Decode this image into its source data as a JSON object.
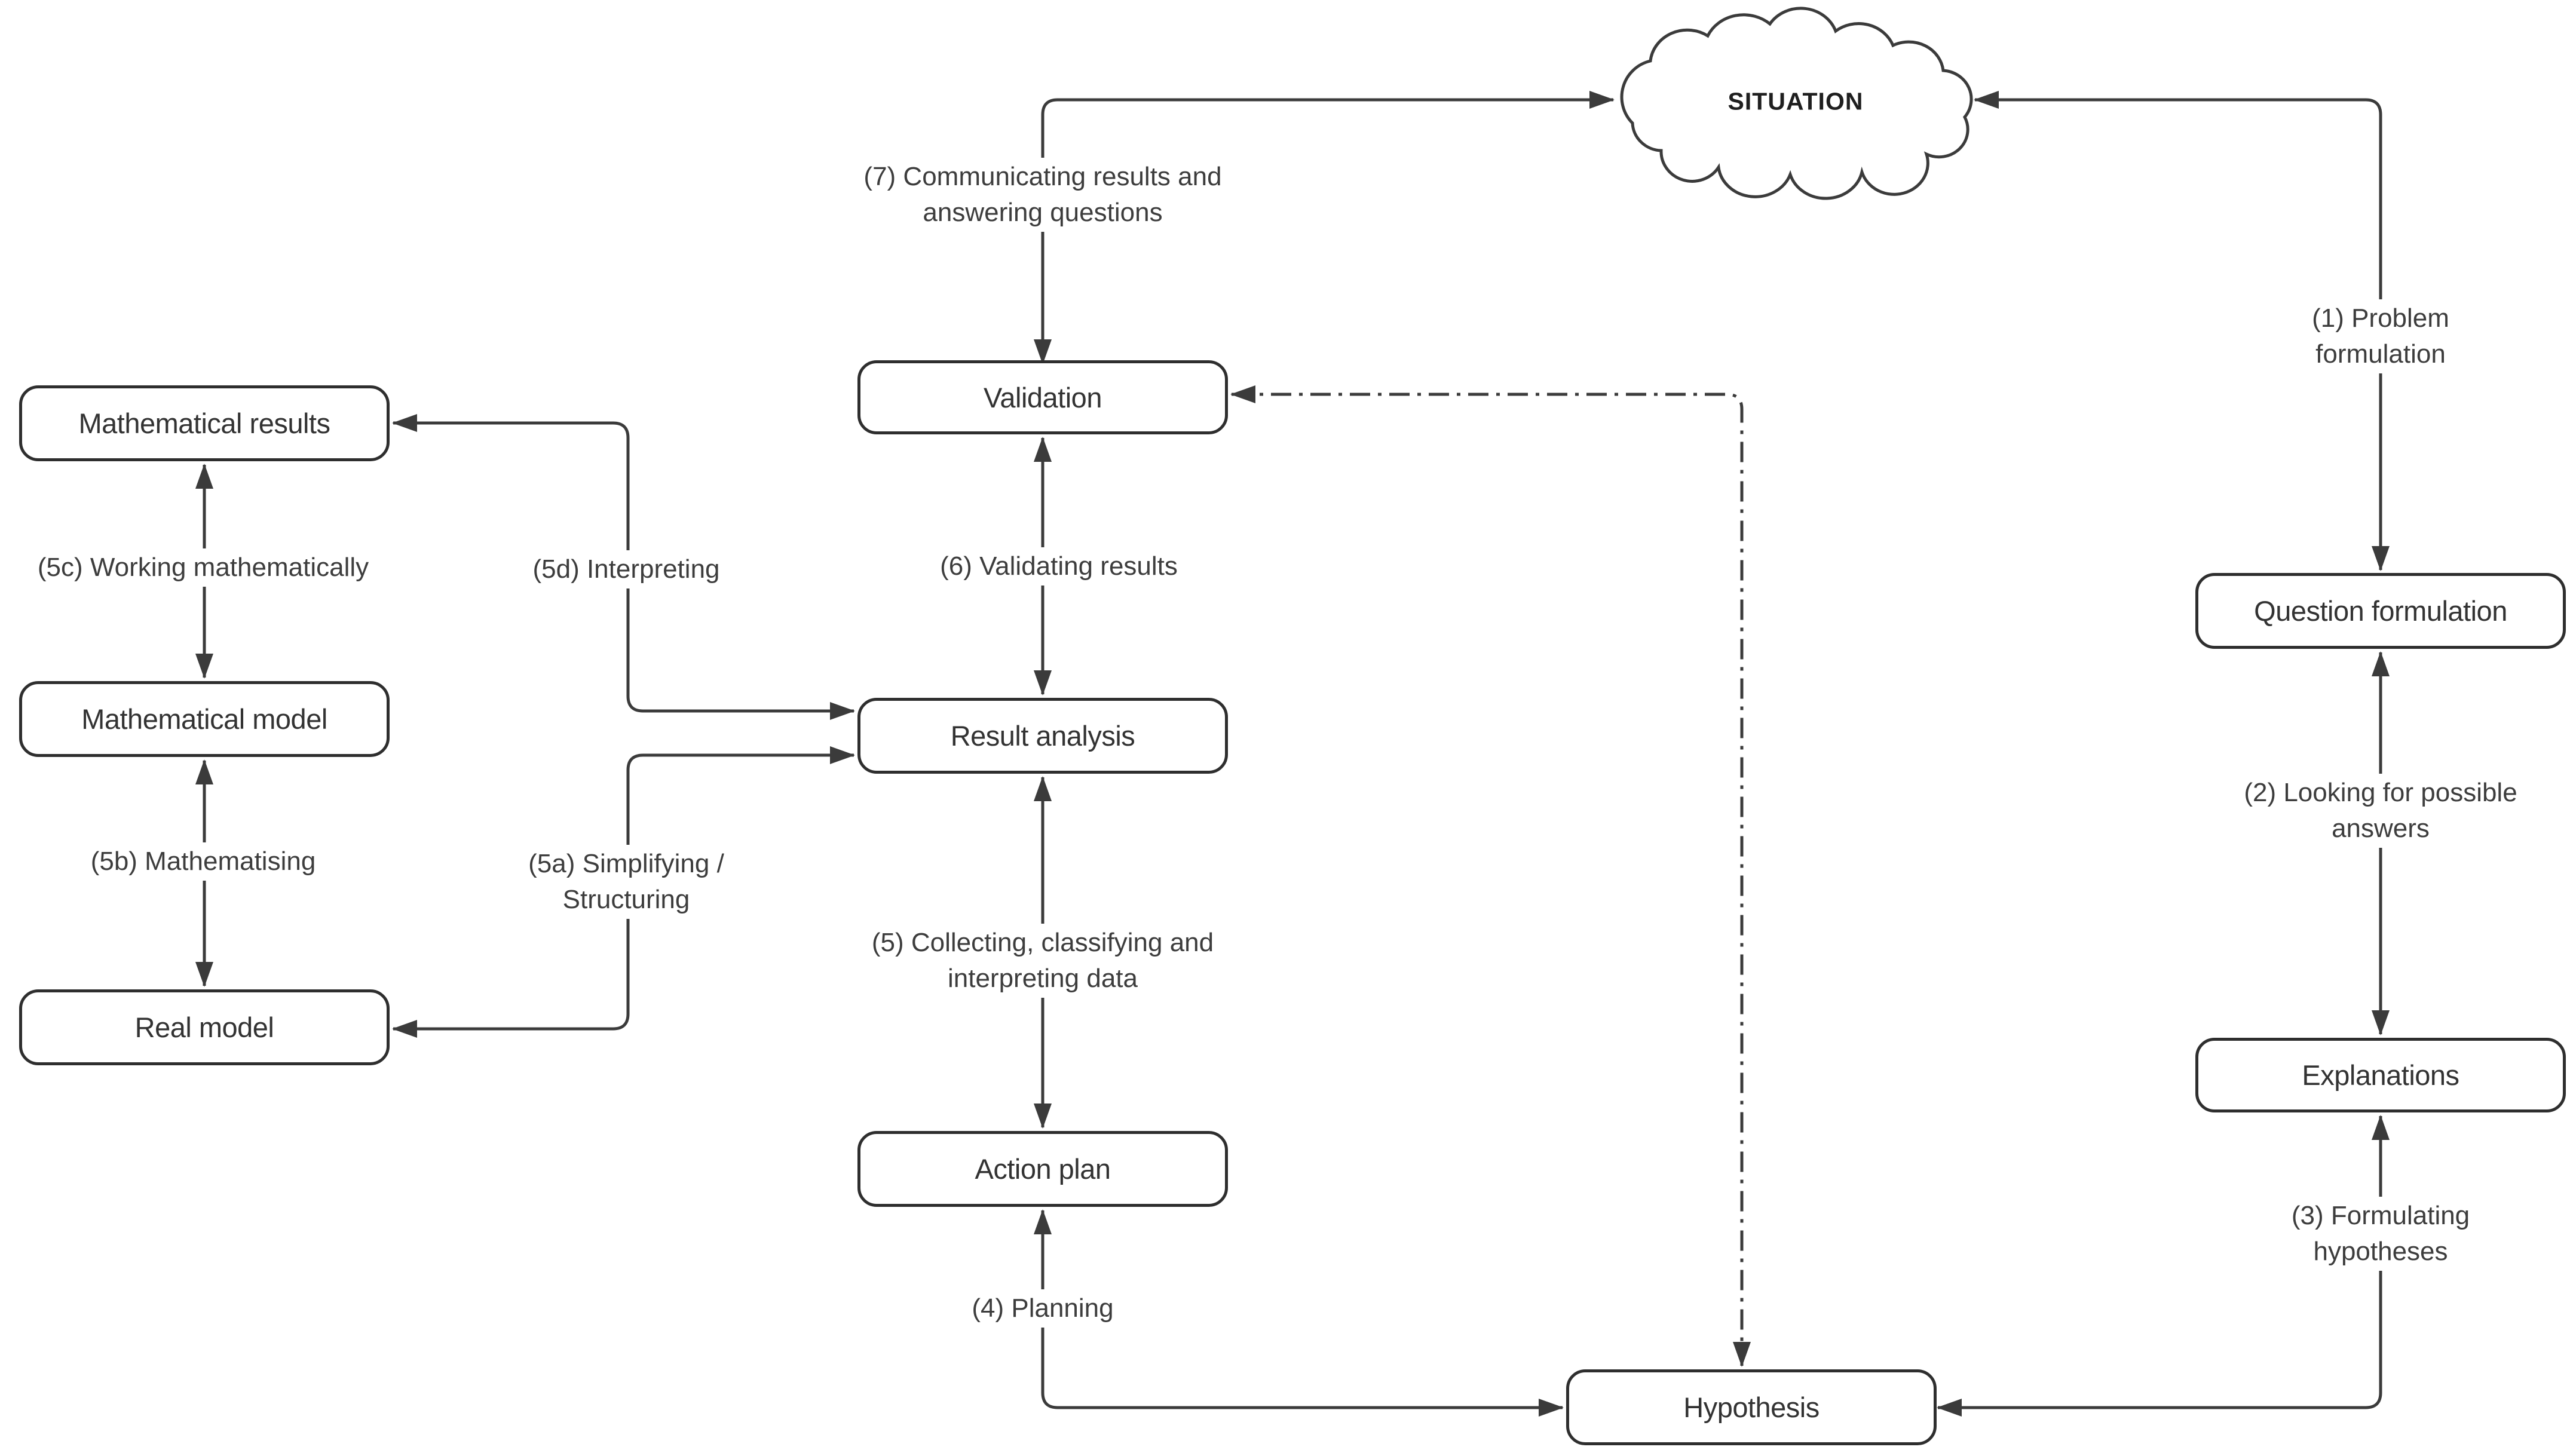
{
  "colors": {
    "line": "#3b3b3b",
    "text": "#3d3d3d",
    "box_border": "#2e2e2e",
    "box_text": "#333333",
    "background": "#ffffff"
  },
  "cloud": {
    "label": "SITUATION"
  },
  "boxes": {
    "mathematical_results": {
      "label": "Mathematical results"
    },
    "mathematical_model": {
      "label": "Mathematical model"
    },
    "real_model": {
      "label": "Real model"
    },
    "validation": {
      "label": "Validation"
    },
    "result_analysis": {
      "label": "Result analysis"
    },
    "action_plan": {
      "label": "Action plan"
    },
    "hypothesis": {
      "label": "Hypothesis"
    },
    "question_formulation": {
      "label": "Question formulation"
    },
    "explanations": {
      "label": "Explanations"
    }
  },
  "labels": {
    "step1": {
      "line1": "(1) Problem",
      "line2": "formulation"
    },
    "step2": {
      "line1": "(2) Looking for possible",
      "line2": "answers"
    },
    "step3": {
      "line1": "(3) Formulating",
      "line2": "hypotheses"
    },
    "step4": {
      "line1": "(4) Planning"
    },
    "step5": {
      "line1": "(5) Collecting, classifying and",
      "line2": "interpreting data"
    },
    "step5a": {
      "line1": "(5a) Simplifying /",
      "line2": "Structuring"
    },
    "step5b": {
      "line1": "(5b) Mathematising"
    },
    "step5c": {
      "line1": "(5c) Working mathematically"
    },
    "step5d": {
      "line1": "(5d) Interpreting"
    },
    "step6": {
      "line1": "(6) Validating results"
    },
    "step7": {
      "line1": "(7) Communicating results and",
      "line2": "answering questions"
    }
  }
}
